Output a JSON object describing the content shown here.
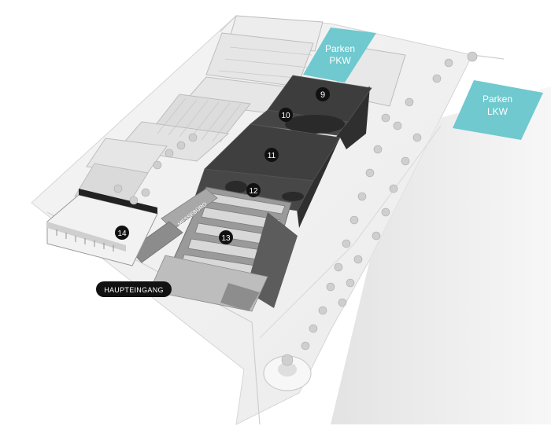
{
  "parking": {
    "pkw": {
      "line1": "Parken",
      "line2": "PKW"
    },
    "lkw": {
      "line1": "Parken",
      "line2": "LKW"
    }
  },
  "halls": {
    "h9": "9",
    "h10": "10",
    "h11": "11",
    "h12": "12",
    "h13": "13",
    "h14": "14"
  },
  "labels": {
    "main_entrance": "HAUPTEINGANG",
    "messeburo": "MESSEBÜRO"
  },
  "colors": {
    "parking_fill": "#6fc9cf",
    "parking_text": "#ffffff",
    "dark_hall": "#3d3d3d",
    "marker": "#111111"
  }
}
